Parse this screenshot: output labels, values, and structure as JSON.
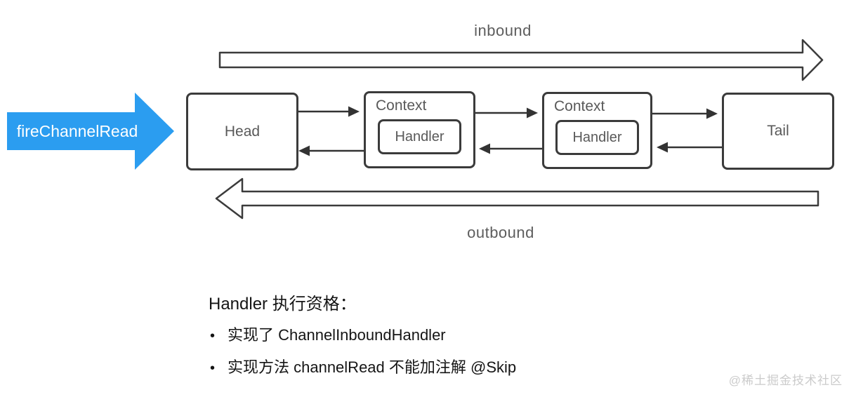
{
  "diagram": {
    "inbound_label": "inbound",
    "outbound_label": "outbound",
    "fire_arrow_label": "fireChannelRead",
    "head_label": "Head",
    "context_label": "Context",
    "handler_label": "Handler",
    "tail_label": "Tail"
  },
  "notes": {
    "heading": "Handler 执行资格：",
    "bullets": [
      "实现了 ChannelInboundHandler",
      "实现方法 channelRead 不能加注解 @Skip"
    ]
  },
  "watermark": "@稀土掘金技术社区",
  "colors": {
    "accent_blue": "#2b9df0",
    "stroke_dark": "#3b3b3b",
    "connector_dark": "#333333",
    "label_gray": "#595959",
    "note_black": "#151515",
    "watermark_gray": "#cbcbcb"
  }
}
